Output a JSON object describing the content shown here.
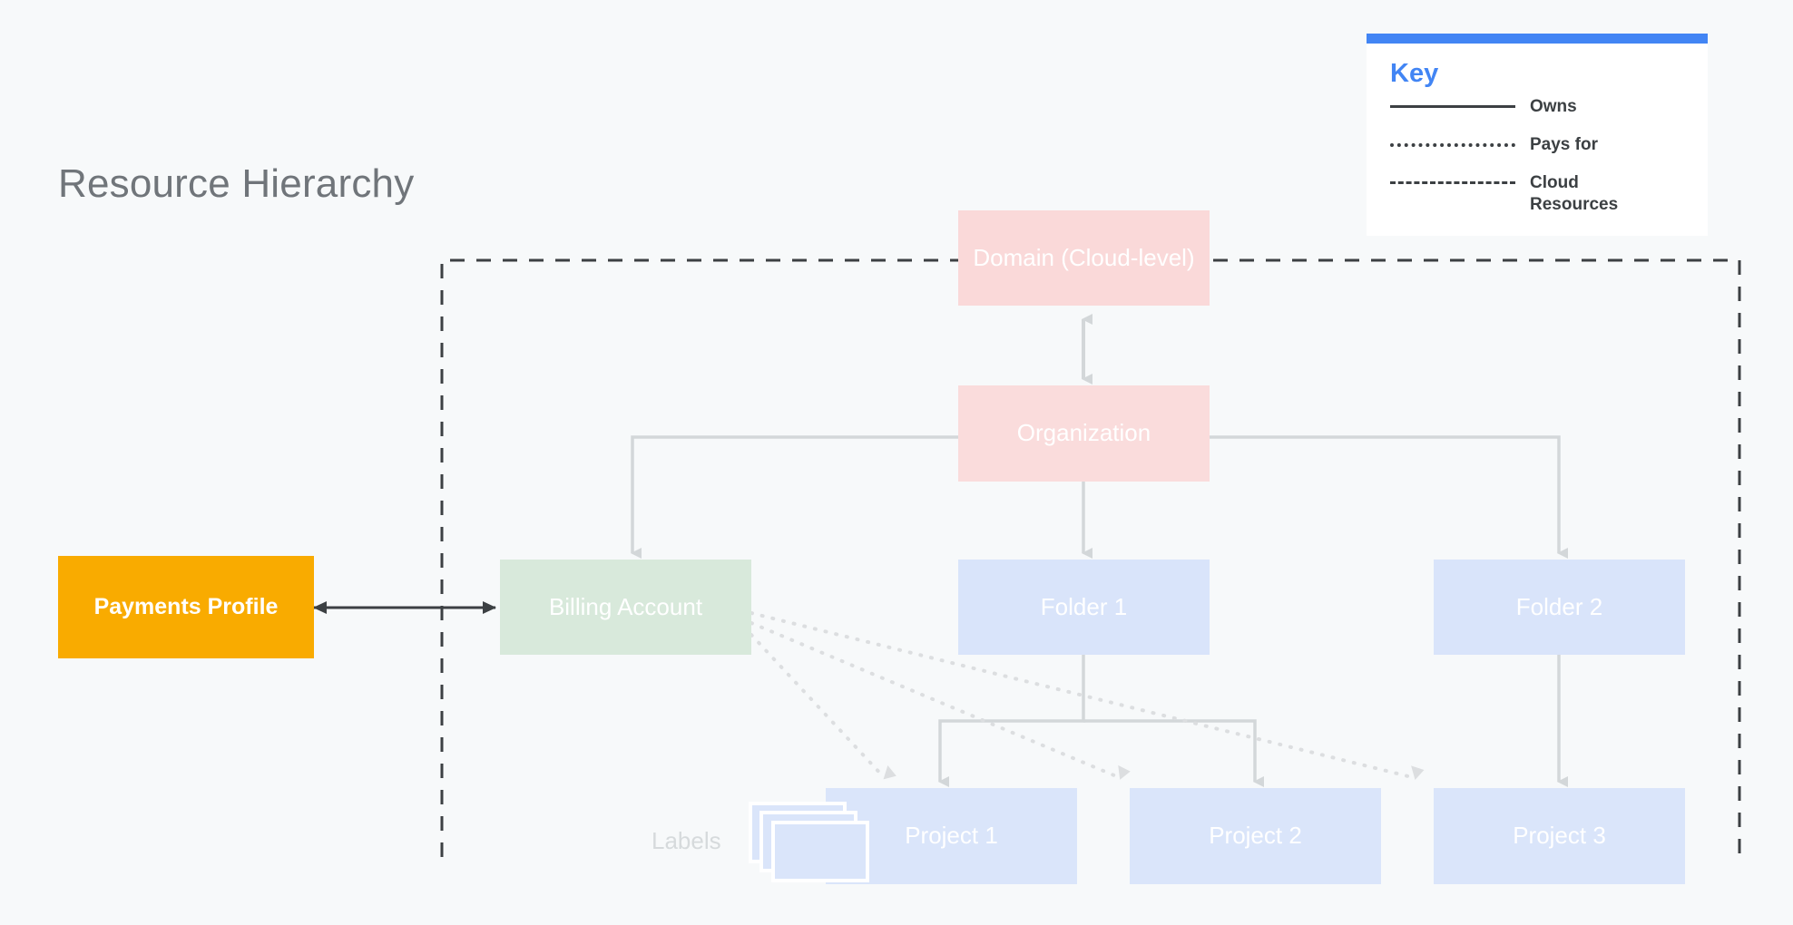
{
  "page": {
    "title": "Resource Hierarchy",
    "background_color": "#F7F9FA"
  },
  "key": {
    "title": "Key",
    "accent_color": "#4285F4",
    "entries": [
      {
        "style": "solid",
        "label": "Owns"
      },
      {
        "style": "dotted",
        "label": "Pays for"
      },
      {
        "style": "dashed",
        "label": "Cloud Resources"
      }
    ]
  },
  "diagram": {
    "type": "hierarchy",
    "nodes": [
      {
        "id": "payments",
        "label": "Payments Profile",
        "color": "#F9AB00",
        "text_color": "#FFFFFF"
      },
      {
        "id": "domain",
        "label": "Domain (Cloud-level)",
        "color": "#FAD9D9",
        "text_color": "#FFFFFF"
      },
      {
        "id": "org",
        "label": "Organization",
        "color": "#FADCDC",
        "text_color": "#FFFFFF"
      },
      {
        "id": "billing",
        "label": "Billing Account",
        "color": "#D8E9DB",
        "text_color": "#FFFFFF"
      },
      {
        "id": "folder1",
        "label": "Folder 1",
        "color": "#D9E4FA",
        "text_color": "#FFFFFF"
      },
      {
        "id": "folder2",
        "label": "Folder 2",
        "color": "#D9E4FA",
        "text_color": "#FFFFFF"
      },
      {
        "id": "project1",
        "label": "Project 1",
        "color": "#DAE5FA",
        "text_color": "#FFFFFF"
      },
      {
        "id": "project2",
        "label": "Project 2",
        "color": "#DAE5FA",
        "text_color": "#FFFFFF"
      },
      {
        "id": "project3",
        "label": "Project 3",
        "color": "#DAE5FA",
        "text_color": "#FFFFFF"
      }
    ],
    "annotations": [
      {
        "id": "labels",
        "label": "Labels"
      }
    ],
    "edges": [
      {
        "from": "payments",
        "to": "billing",
        "style": "solid",
        "arrows": "both"
      },
      {
        "from": "domain",
        "to": "org",
        "style": "solid",
        "arrows": "both"
      },
      {
        "from": "org",
        "to": "billing",
        "style": "solid",
        "arrows": "to"
      },
      {
        "from": "org",
        "to": "folder1",
        "style": "solid",
        "arrows": "to"
      },
      {
        "from": "org",
        "to": "folder2",
        "style": "solid",
        "arrows": "to"
      },
      {
        "from": "folder1",
        "to": "project1",
        "style": "solid",
        "arrows": "to"
      },
      {
        "from": "folder1",
        "to": "project2",
        "style": "solid",
        "arrows": "to"
      },
      {
        "from": "folder2",
        "to": "project3",
        "style": "solid",
        "arrows": "to"
      },
      {
        "from": "billing",
        "to": "project1",
        "style": "dotted",
        "arrows": "to"
      },
      {
        "from": "billing",
        "to": "project2",
        "style": "dotted",
        "arrows": "to"
      },
      {
        "from": "billing",
        "to": "project3",
        "style": "dotted",
        "arrows": "to"
      }
    ],
    "boundary": {
      "label": "Cloud Resources",
      "style": "dashed"
    }
  }
}
